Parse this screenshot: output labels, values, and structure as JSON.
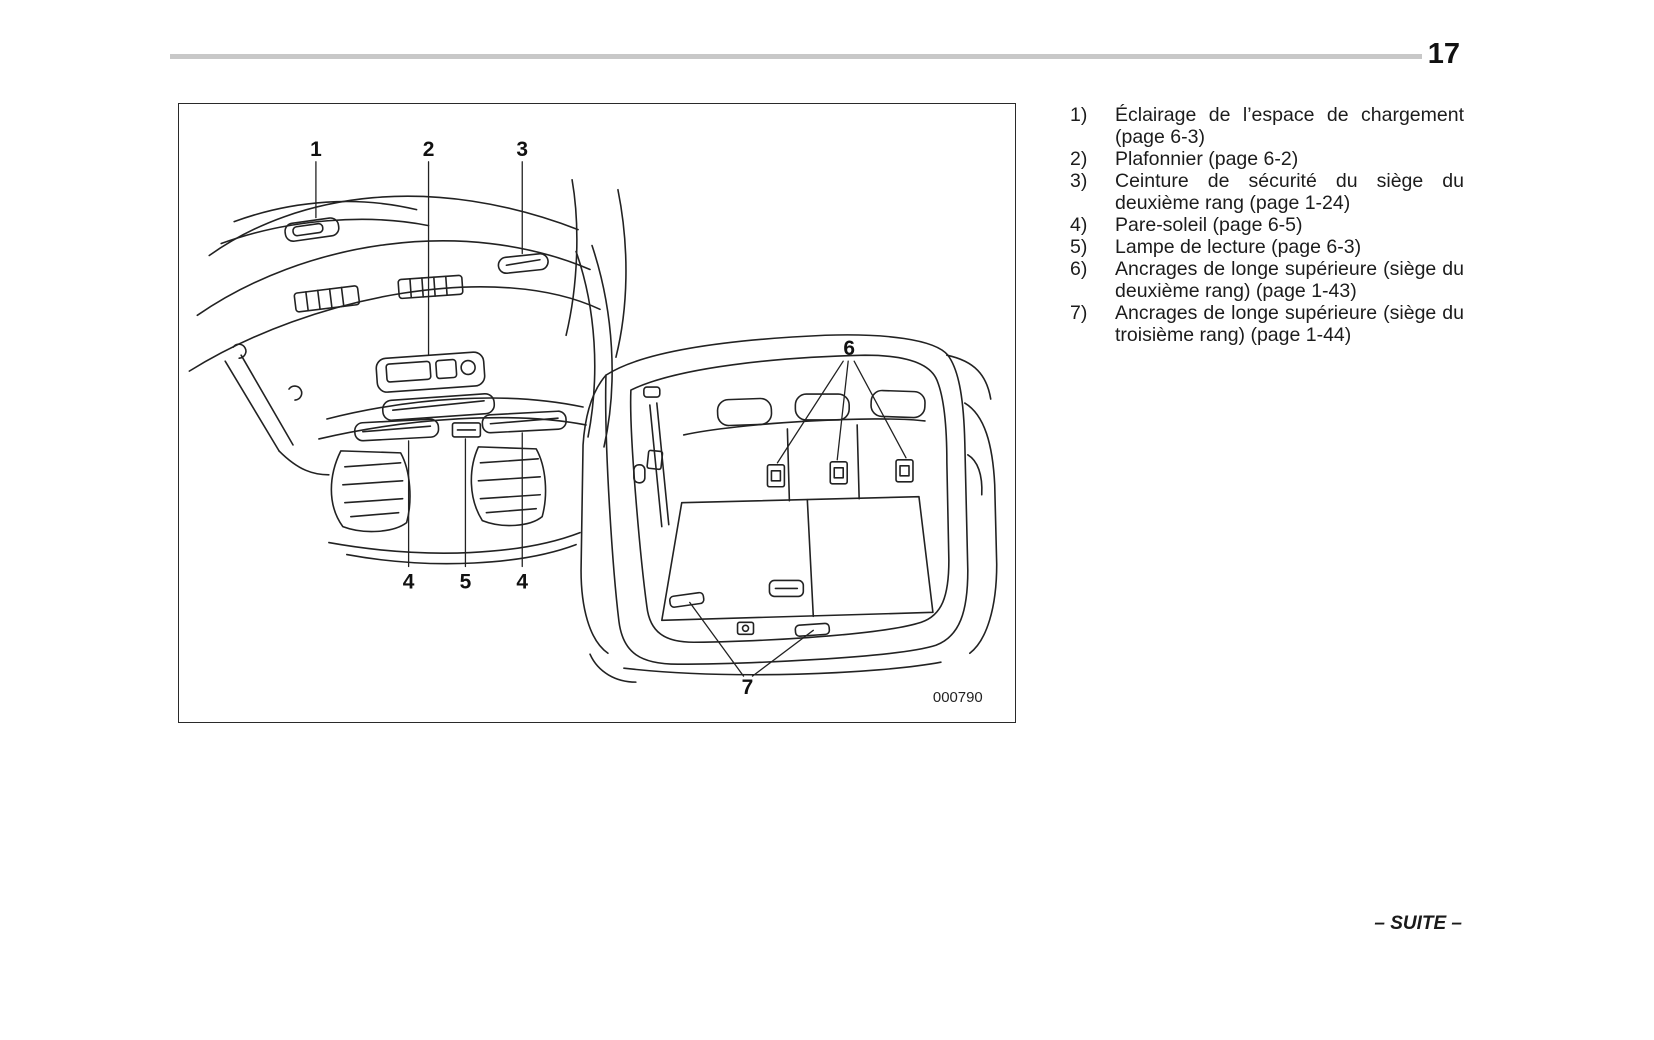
{
  "page": {
    "number": "17",
    "footer_note": "– SUITE –"
  },
  "figure": {
    "code": "000790",
    "callouts": {
      "c1": "1",
      "c2": "2",
      "c3": "3",
      "c4a": "4",
      "c5": "5",
      "c4b": "4",
      "c6": "6",
      "c7": "7"
    }
  },
  "legend": {
    "items": [
      {
        "num": "1)",
        "text": "Éclairage de l’espace de chargement (page 6-3)"
      },
      {
        "num": "2)",
        "text": "Plafonnier (page 6-2)"
      },
      {
        "num": "3)",
        "text": "Ceinture de sécurité du siège du deuxième rang (page 1-24)"
      },
      {
        "num": "4)",
        "text": "Pare-soleil (page 6-5)"
      },
      {
        "num": "5)",
        "text": "Lampe de lecture (page 6-3)"
      },
      {
        "num": "6)",
        "text": "Ancrages de longe supérieure (siège du deuxième rang) (page 1-43)"
      },
      {
        "num": "7)",
        "text": "Ancrages de longe supérieure (siège du troisième rang) (page 1-44)"
      }
    ]
  }
}
